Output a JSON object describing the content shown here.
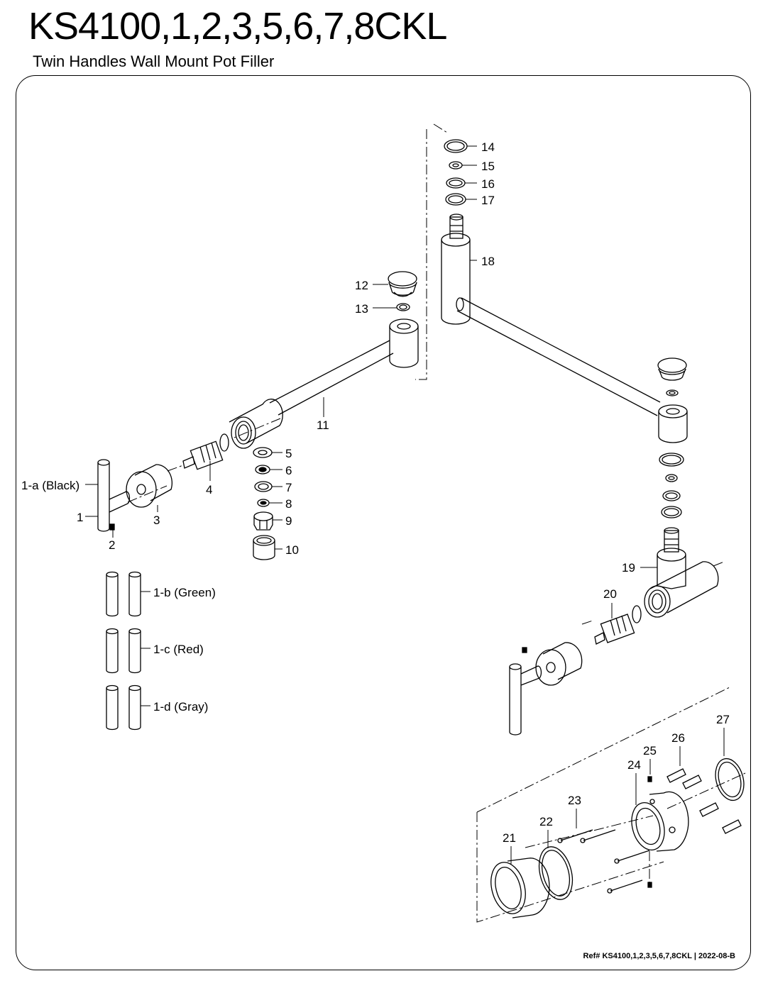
{
  "header": {
    "model": "KS4100,1,2,3,5,6,7,8CKL",
    "product": "Twin Handles Wall Mount Pot Filler"
  },
  "callouts": {
    "p1a": "1-a (Black)",
    "p1": "1",
    "p2": "2",
    "p3": "3",
    "p4": "4",
    "p5": "5",
    "p6": "6",
    "p7": "7",
    "p8": "8",
    "p9": "9",
    "p10": "10",
    "p11": "11",
    "p12": "12",
    "p13": "13",
    "p14": "14",
    "p15": "15",
    "p16": "16",
    "p17": "17",
    "p18": "18",
    "p19": "19",
    "p20": "20",
    "p21": "21",
    "p22": "22",
    "p23": "23",
    "p24": "24",
    "p25": "25",
    "p26": "26",
    "p27": "27",
    "p1b": "1-b (Green)",
    "p1c": "1-c (Red)",
    "p1d": "1-d (Gray)"
  },
  "footer": {
    "reference": "Ref# KS4100,1,2,3,5,6,7,8CKL | 2022-08-B"
  }
}
